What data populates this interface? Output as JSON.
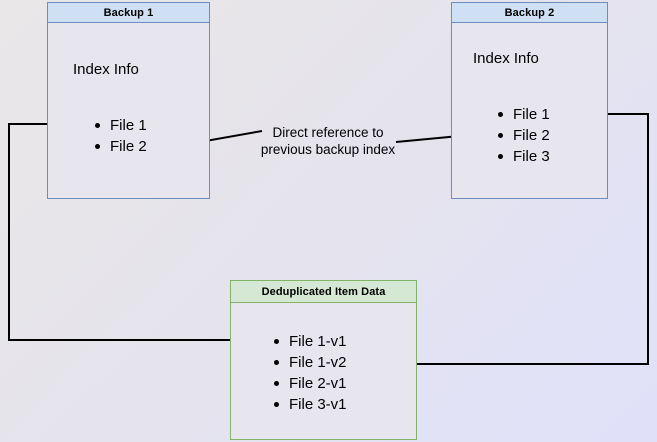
{
  "diagram": {
    "title_hidden": "",
    "background": {
      "gradient_from": "#e9e7e8",
      "gradient_to": "#e0e0f9"
    },
    "colors": {
      "blue_border": "#6c8ebf",
      "blue_fill": "#cfe0f4",
      "green_border": "#82b366",
      "green_fill": "#d5e8d4",
      "body_fill": "#e7e6ee",
      "edge": "#000000"
    },
    "boxes": [
      {
        "id": "backup-1",
        "header": "Backup 1",
        "subtitle": "Index Info",
        "items": [
          "File 1",
          "File 2"
        ]
      },
      {
        "id": "backup-2",
        "header": "Backup 2",
        "subtitle": "Index Info",
        "items": [
          "File 1",
          "File 2",
          "File 3"
        ]
      },
      {
        "id": "deduplicated-item-data",
        "header": "Deduplicated Item Data",
        "items": [
          "File 1-v1",
          "File 1-v2",
          "File 2-v1",
          "File 3-v1"
        ]
      }
    ],
    "annotations": [
      {
        "id": "direct-reference",
        "text": "Direct reference to\nprevious backup index"
      }
    ]
  }
}
